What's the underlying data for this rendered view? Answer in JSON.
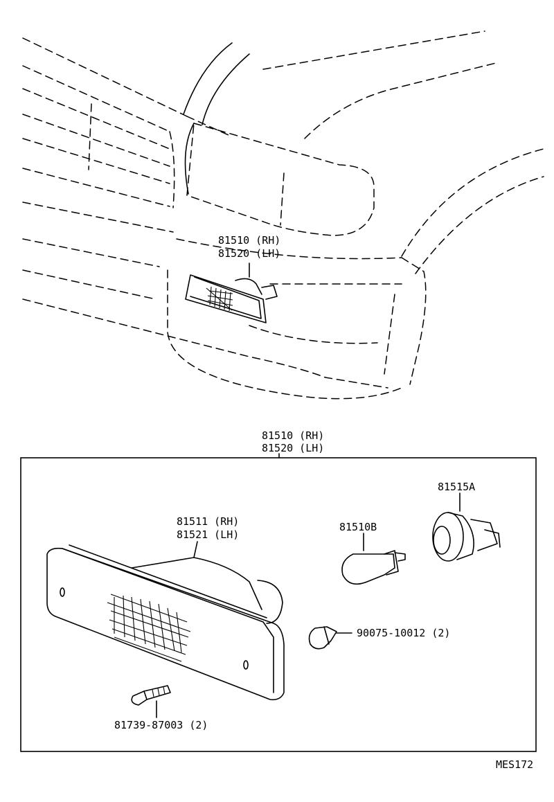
{
  "upper_callout": {
    "line1": "81510 (RH)",
    "line2": "81520 (LH)"
  },
  "assembly_callout": {
    "line1": "81510 (RH)",
    "line2": "81520 (LH)"
  },
  "parts": [
    {
      "line1": "81511 (RH)",
      "line2": "81521 (LH)"
    },
    {
      "line1": "81510B"
    },
    {
      "line1": "81515A"
    },
    {
      "line1": "90075-10012 (2)"
    },
    {
      "line1": "81739-87003 (2)"
    }
  ],
  "figure_code": "MES172"
}
